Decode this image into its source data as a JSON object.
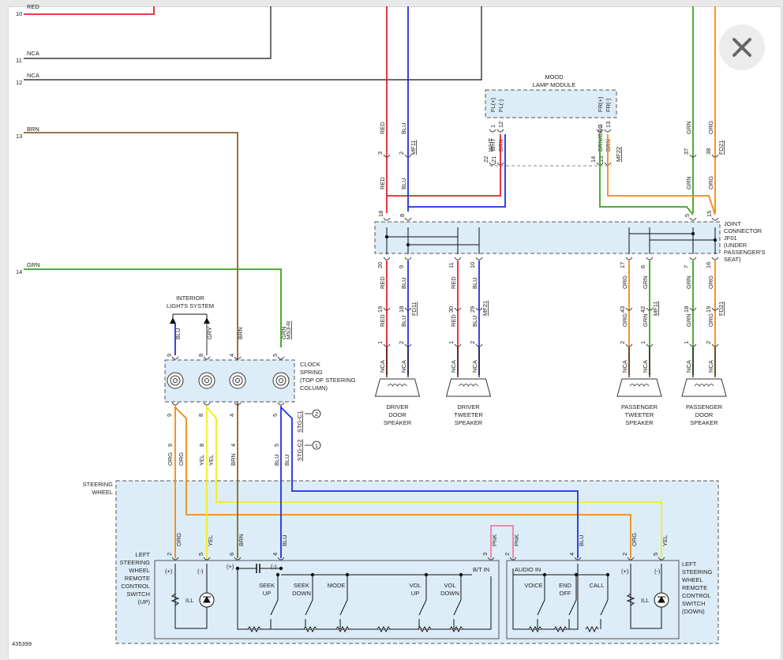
{
  "close_button": {
    "icon": "close-icon"
  },
  "diagram_id": "435399",
  "colors": {
    "RED": "#e8202a",
    "BLU": "#1f2fe0",
    "GRN": "#3aa31b",
    "ORG": "#ef8a15",
    "BRN": "#8b6327",
    "YEL": "#f2ee1c",
    "PNK": "#f07aa0",
    "BLK": "#111111",
    "module_fill": "#dcedf7"
  },
  "left_wires": [
    {
      "num": "10",
      "color": "RED"
    },
    {
      "num": "11",
      "color": "NCA"
    },
    {
      "num": "12",
      "color": "NCA"
    },
    {
      "num": "13",
      "color": "BRN"
    },
    {
      "num": "14",
      "color": "GRN"
    }
  ],
  "mood_lamp": {
    "title": [
      "MOOD",
      "LAMP MODULE"
    ],
    "pins": [
      "FL(+)",
      "FL(-)",
      "FR(+)",
      "FR(-)"
    ],
    "pin_nums": [
      "1",
      "12",
      "2",
      "13"
    ],
    "wires": [
      "WHT",
      "BRN",
      "BRN/ORG",
      "BRN"
    ],
    "conn": [
      "22",
      "21",
      "14",
      "15"
    ],
    "connector": "MF22"
  },
  "joint": {
    "label": [
      "JOINT",
      "CONNECTOR",
      "JF01",
      "(UNDER",
      "PASSENGER'S",
      "SEAT)"
    ],
    "top_pins": [
      "18",
      "8",
      "5",
      "15"
    ],
    "bottom_pins": [
      "20",
      "9",
      "11",
      "10",
      "17",
      "6",
      "7",
      "16"
    ]
  },
  "top_wires": {
    "colors": [
      "RED",
      "BLU",
      "GRN",
      "ORG"
    ],
    "conn_top": [
      "3",
      "2",
      "37",
      "38"
    ],
    "connectors": [
      "MF11",
      "FD21"
    ],
    "below": [
      "RED",
      "BLU",
      "RED",
      "BLU",
      "ORG",
      "GRN",
      "GRN",
      "ORG"
    ]
  },
  "speakers": [
    {
      "name": [
        "DRIVER",
        "DOOR",
        "SPEAKER"
      ],
      "wires": [
        "RED",
        "BLU"
      ],
      "c1": [
        "19",
        "18"
      ],
      "conn": "FD11",
      "pins": [
        "1",
        "2"
      ]
    },
    {
      "name": [
        "DRIVER",
        "TWEETER",
        "SPEAKER"
      ],
      "wires": [
        "RED",
        "BLU"
      ],
      "c1": [
        "30",
        "29"
      ],
      "conn": "MF21",
      "pins": [
        "1",
        "2"
      ]
    },
    {
      "name": [
        "PASSENGER",
        "TWEETER",
        "SPEAKER"
      ],
      "wires": [
        "ORG",
        "GRN"
      ],
      "c1": [
        "43",
        "42"
      ],
      "conn": "MF11",
      "pins": [
        "2",
        "1"
      ]
    },
    {
      "name": [
        "PASSENGER",
        "DOOR",
        "SPEAKER"
      ],
      "wires": [
        "GRN",
        "ORG"
      ],
      "c1": [
        "18",
        "19"
      ],
      "conn": "FD21",
      "pins": [
        "1",
        "2"
      ]
    }
  ],
  "nca": "NCA",
  "interior": {
    "label": [
      "INTERIOR",
      "LIGHTS SYSTEM"
    ]
  },
  "clock_spring": {
    "label": [
      "CLOCK",
      "SPRING",
      "(TOP OF STEERING",
      "COLUMN)"
    ],
    "top_pins": [
      "9",
      "8",
      "4",
      "5"
    ],
    "top_wires": [
      "BLU",
      "GRY",
      "BRN",
      "GRN"
    ],
    "top_conn": "MS3-R",
    "bottom_pins": [
      "9",
      "8",
      "4",
      "5"
    ],
    "stg": [
      "STG-C1",
      "STG-C2"
    ],
    "refs": [
      "2",
      "1"
    ]
  },
  "steering_wheel": {
    "label": [
      "STEERING",
      "WHEEL"
    ],
    "wire_labels": [
      "ORG",
      "ORG",
      "YEL",
      "YEL",
      "BRN",
      "BLU",
      "BLU"
    ],
    "pin_nums": [
      "9",
      "8",
      "4",
      "5"
    ]
  },
  "switch_up": {
    "label": [
      "LEFT",
      "STEERING",
      "WHEEL",
      "REMOTE",
      "CONTROL",
      "SWITCH",
      "(UP)"
    ],
    "pins": [
      "2",
      "5",
      "6",
      "4"
    ],
    "pin_wires": [
      "ORG",
      "YEL",
      "BRN",
      "BLU"
    ],
    "ill": "ILL",
    "plus": "(+)",
    "minus": "(-)",
    "buttons": [
      [
        "SEEK",
        "UP"
      ],
      [
        "SEEK",
        "DOWN"
      ],
      [
        "MODE"
      ],
      [
        "VOL",
        "UP"
      ],
      [
        "VOL",
        "DOWN"
      ]
    ],
    "bt_in": "B/T IN",
    "bt_pins": [
      "3",
      "2"
    ],
    "bt_wires": [
      "PNK",
      "PNK"
    ]
  },
  "switch_down": {
    "label": [
      "LEFT",
      "STEERING",
      "WHEEL",
      "REMOTE",
      "CONTROL",
      "SWITCH",
      "(DOWN)"
    ],
    "pins": [
      "4",
      "2",
      "5"
    ],
    "pin_wires": [
      "BLU",
      "ORG",
      "YEL"
    ],
    "ill": "ILL",
    "audio_in": "AUDIO IN",
    "buttons": [
      [
        "VOICE"
      ],
      [
        "END",
        "OFF"
      ],
      [
        "CALL"
      ]
    ]
  }
}
